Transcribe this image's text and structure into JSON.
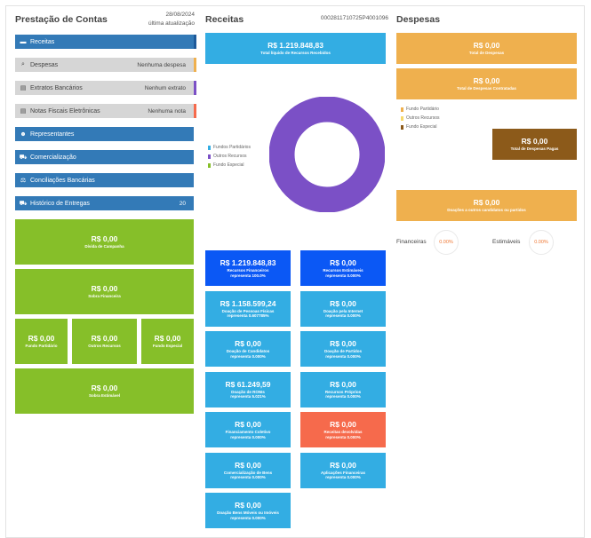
{
  "col1": {
    "title": "Prestação de Contas",
    "date": "28/08/2024",
    "last_update_label": "última atualização",
    "menu": [
      {
        "label": "Receitas",
        "right": "",
        "icon": "money-icon"
      },
      {
        "label": "Despesas",
        "right": "Nenhuma despesa",
        "icon": "search-icon"
      },
      {
        "label": "Extratos Bancários",
        "right": "Nenhum extrato",
        "icon": "document-icon"
      },
      {
        "label": "Notas Fiscais Eletrônicas",
        "right": "Nenhuma nota",
        "icon": "document-icon"
      },
      {
        "label": "Representantes",
        "right": "",
        "icon": "users-icon"
      },
      {
        "label": "Comercialização",
        "right": "",
        "icon": "cart-icon"
      },
      {
        "label": "Conciliações Bancárias",
        "right": "",
        "icon": "bank-icon"
      },
      {
        "label": "Histórico de Entregas",
        "right": "20",
        "icon": "truck-icon"
      }
    ],
    "divida": {
      "value": "R$ 0,00",
      "label": "Dívida de Campanha"
    },
    "sobra_fin": {
      "value": "R$ 0,00",
      "label": "Sobra Financeira"
    },
    "fundo_partidario": {
      "value": "R$ 0,00",
      "label": "Fundo Partidário"
    },
    "outros_recursos": {
      "value": "R$ 0,00",
      "label": "Outros Recursos"
    },
    "fundo_especial": {
      "value": "R$ 0,00",
      "label": "Fundo Especial"
    },
    "sobra_est": {
      "value": "R$ 0,00",
      "label": "Sobra Estimável"
    }
  },
  "col2": {
    "title": "Receitas",
    "code": "0002811710725P4001096",
    "total": {
      "value": "R$ 1.219.848,83",
      "label": "Total líquido de Recursos Recebidos"
    },
    "legend": [
      "Fundos Partidários",
      "Outros Recursos",
      "Fundo Especial"
    ],
    "legend_colors": [
      "#33ade3",
      "#7b50c6",
      "#86bf29"
    ],
    "donut_color": "#7b50c6",
    "cards": [
      {
        "value": "R$ 1.219.848,83",
        "label": "Recursos Financeiros",
        "sub": "representa 100.0%"
      },
      {
        "value": "R$ 0,00",
        "label": "Recursos Estimáveis",
        "sub": "representa 0.000%"
      },
      {
        "value": "R$ 1.158.599,24",
        "label": "Doação de Pessoas Físicas",
        "sub": "representa 0.607785%"
      },
      {
        "value": "R$ 0,00",
        "label": "Doação pela Internet",
        "sub": "representa 0.000%"
      },
      {
        "value": "R$ 0,00",
        "label": "Doação de Candidatos",
        "sub": "representa 0.000%"
      },
      {
        "value": "R$ 0,00",
        "label": "Doação de Partidos",
        "sub": "representa 0.000%"
      },
      {
        "value": "R$ 61.249,59",
        "label": "Doação de RONIs",
        "sub": "representa 5.021%"
      },
      {
        "value": "R$ 0,00",
        "label": "Recursos Próprios",
        "sub": "representa 0.000%"
      },
      {
        "value": "R$ 0,00",
        "label": "Financiamento Coletivo",
        "sub": "representa 0.000%"
      },
      {
        "value": "R$ 0,00",
        "label": "Receitas devolvidas",
        "sub": "representa 0.000%"
      },
      {
        "value": "R$ 0,00",
        "label": "Comercialização de Bens",
        "sub": "representa 0.000%"
      },
      {
        "value": "R$ 0,00",
        "label": "Aplicações Financeiras",
        "sub": "representa 0.000%"
      },
      {
        "value": "R$ 0,00",
        "label": "Doação Bens Móveis ou Imóveis",
        "sub": "representa 0.000%"
      }
    ]
  },
  "col3": {
    "title": "Despesas",
    "total": {
      "value": "R$ 0,00",
      "label": "Total de Despesas"
    },
    "contratadas": {
      "value": "R$ 0,00",
      "label": "Total de Despesas Contratadas"
    },
    "legend": [
      "Fundo Partidário",
      "Outros Recursos",
      "Fundo Especial"
    ],
    "legend_colors": [
      "#efb04e",
      "#f6d96b",
      "#8c5a1a"
    ],
    "pagas": {
      "value": "R$ 0,00",
      "label": "Total de Despesas Pagas"
    },
    "doacoes": {
      "value": "R$ 0,00",
      "label": "Doações a outros candidatos ou partidos"
    },
    "financeiras": {
      "label": "Financeiras",
      "pct": "0.00%"
    },
    "estimaveis": {
      "label": "Estimáveis",
      "pct": "0.00%"
    }
  }
}
